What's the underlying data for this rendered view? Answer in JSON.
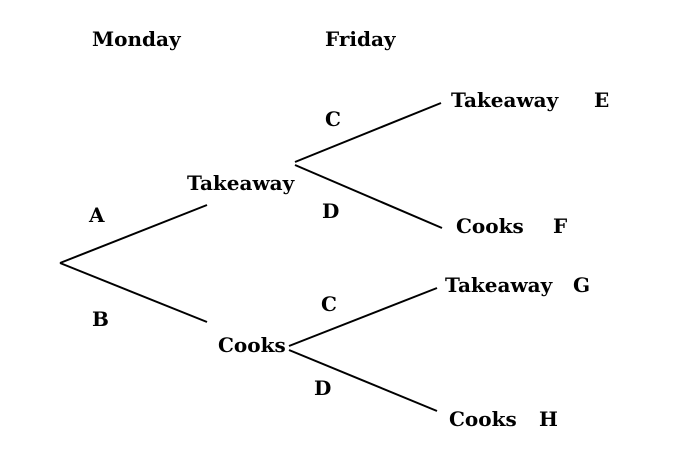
{
  "headers": {
    "monday": "Monday",
    "friday": "Friday"
  },
  "branch_labels": {
    "a": "A",
    "b": "B",
    "c1": "C",
    "d1": "D",
    "c2": "C",
    "d2": "D"
  },
  "nodes": {
    "monday_takeaway": "Takeaway",
    "monday_cooks": "Cooks",
    "friday_takeaway_1": "Takeaway",
    "friday_cooks_1": "Cooks",
    "friday_takeaway_2": "Takeaway",
    "friday_cooks_2": "Cooks"
  },
  "outcome_labels": {
    "e": "E",
    "f": "F",
    "g": "G",
    "h": "H"
  }
}
